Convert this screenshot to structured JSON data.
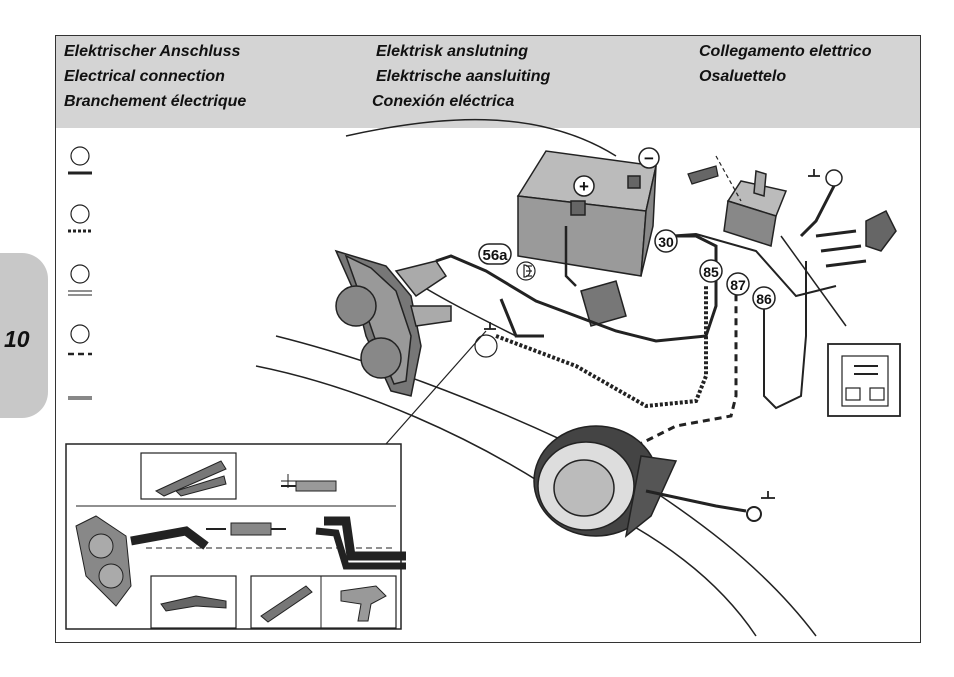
{
  "section_number": "10",
  "headings": {
    "col1": [
      "Elektrischer Anschluss",
      "Electrical connection",
      "Branchement électrique"
    ],
    "col2": [
      "Elektrisk anslutning",
      "Elektrische aansluiting",
      "Conexión eléctrica"
    ],
    "col3": [
      "Collegamento elettrico",
      "Osaluettelo"
    ]
  },
  "terminal_labels": {
    "t56a": "56a",
    "t30": "30",
    "t85": "85",
    "t87": "87",
    "t86": "86"
  },
  "polarity": {
    "plus": "+",
    "minus": "−"
  },
  "colors": {
    "header_bg": "#d4d4d4",
    "tab_bg": "#c8c8c8",
    "line": "#222222"
  },
  "icons": [
    "battery-icon",
    "relay-icon",
    "screw-icon",
    "ground-icon",
    "headlamp-icon",
    "spot-lamp-icon",
    "crimp-tool-icon",
    "wire-stripper-icon",
    "heat-gun-icon",
    "high-beam-icon",
    "wire-legend-icon"
  ]
}
